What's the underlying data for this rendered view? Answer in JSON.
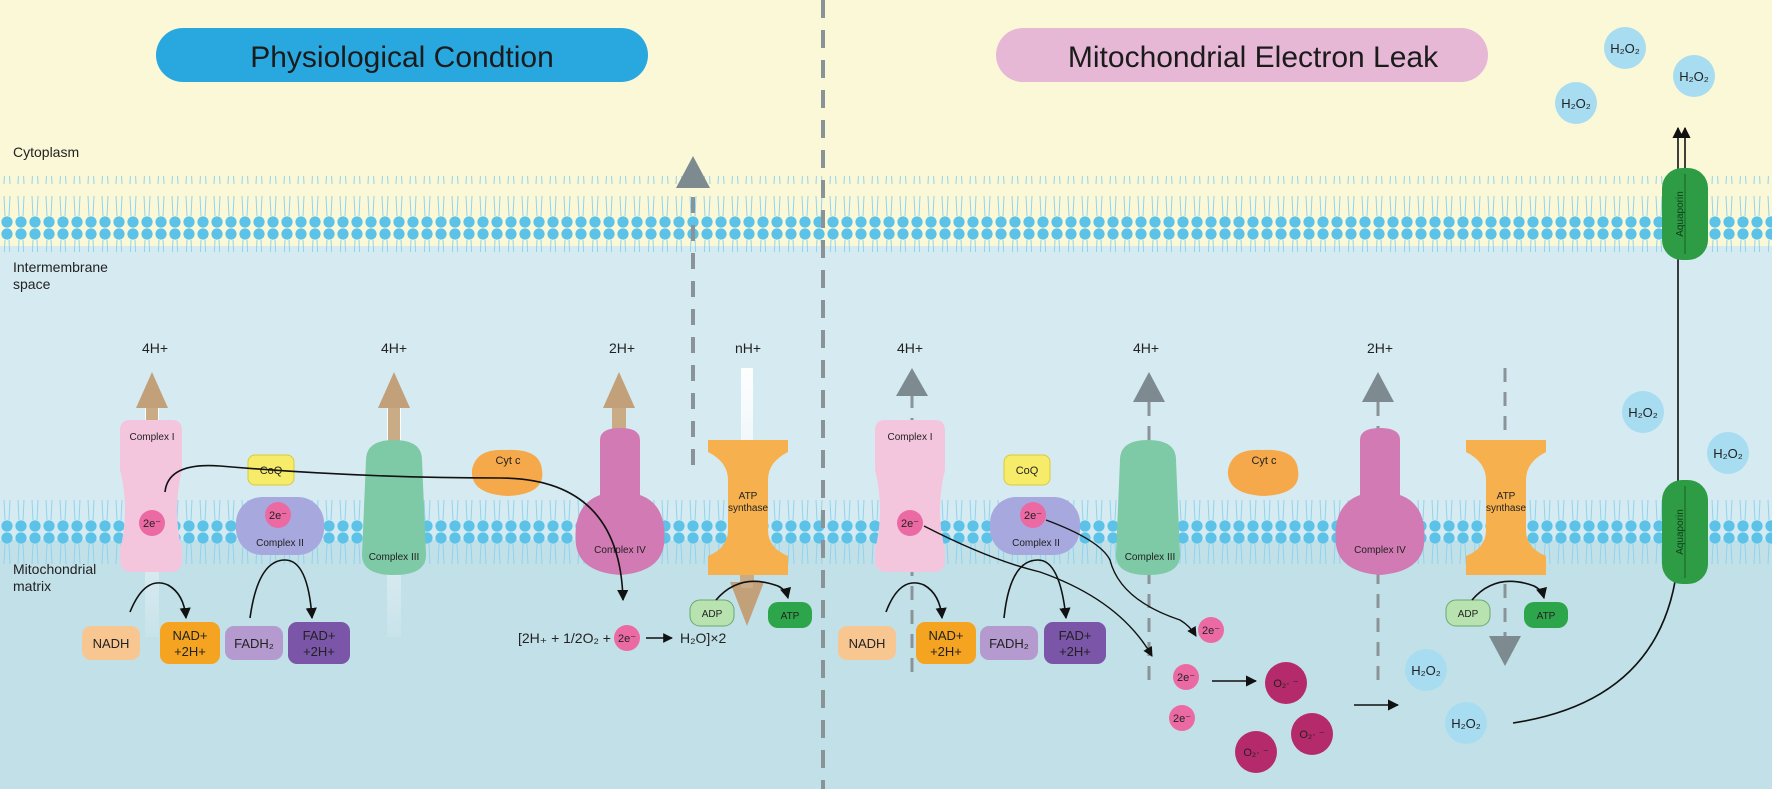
{
  "titles": {
    "left": "Physiological Condtion",
    "right": "Mitochondrial Electron Leak"
  },
  "regions": {
    "cytoplasm": "Cytoplasm",
    "ims_line1": "Intermembrane",
    "ims_line2": "space",
    "matrix_line1": "Mitochondrial",
    "matrix_line2": "matrix"
  },
  "labels": {
    "complex1": "Complex I",
    "complex2": "Complex II",
    "complex3": "Complex III",
    "complex4": "Complex IV",
    "coq": "CoQ",
    "cytc": "Cyt c",
    "atp_syn_1": "ATP",
    "atp_syn_2": "synthase",
    "aquaporin": "Aquaporin",
    "electron": "2e⁻",
    "h4": "4H+",
    "h2": "2H+",
    "hn": "nH+",
    "nadh": "NADH",
    "nad_1": "NAD+",
    "nad_2": "+2H+",
    "fadh2": "FADH₂",
    "fad_1": "FAD+",
    "fad_2": "+2H+",
    "adp": "ADP",
    "atp": "ATP",
    "eq_left": "[2H₊ + 1/2O₂ +",
    "eq_right": "H₂O]×2",
    "h2o2": "H₂O₂",
    "superoxide": "O₂· ⁻"
  },
  "colors": {
    "left_title_bg": "#29a8e0",
    "right_title_bg": "#e6b8d6",
    "cytoplasm": "#fbf8d8",
    "ims": "#d6ebf1",
    "matrix": "#c2e0e8",
    "lipid": "#5cc2e8",
    "complex1": "#f3c6de",
    "complex2": "#a7a9de",
    "complex3": "#7ec9a6",
    "complex4": "#d27ab4",
    "coq": "#f6ec6a",
    "cytc": "#f5a94a",
    "atp_synthase": "#f6b04e",
    "electron": "#ec6aa4",
    "superoxide": "#b42a6a",
    "h2o2": "#a7dcf1",
    "aquaporin": "#2d9c44",
    "proton_arrow": "#c9ab85",
    "leak_arrow": "#7d8a90"
  }
}
